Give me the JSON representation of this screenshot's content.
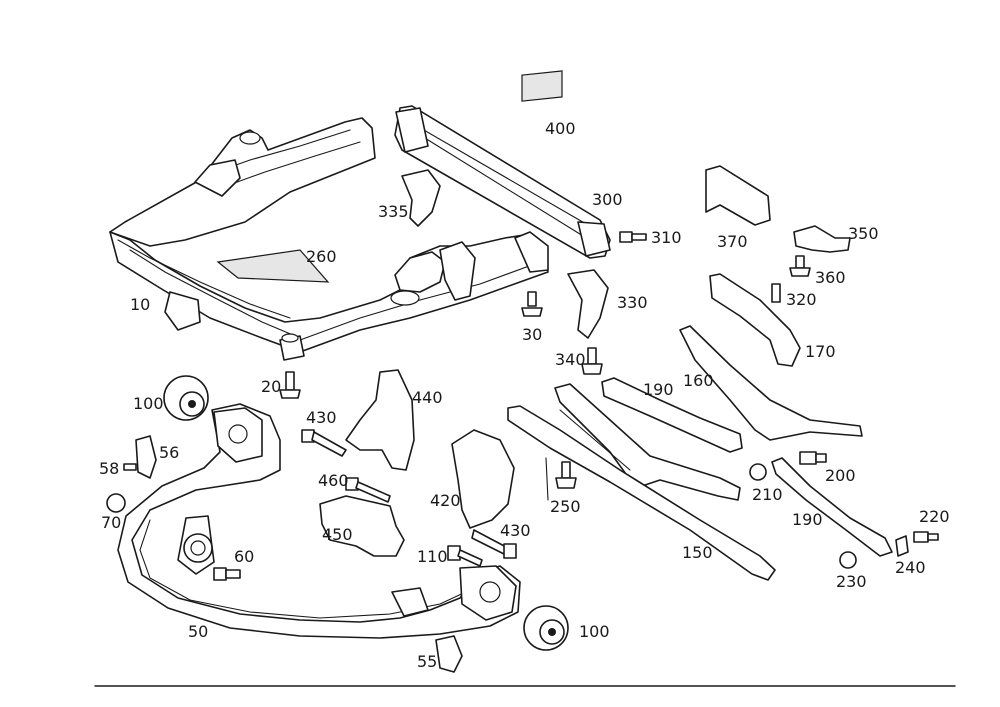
{
  "diagram": {
    "callouts": [
      {
        "id": "p400",
        "text": "400"
      },
      {
        "id": "p300",
        "text": "300"
      },
      {
        "id": "p335",
        "text": "335"
      },
      {
        "id": "p260",
        "text": "260"
      },
      {
        "id": "p310",
        "text": "310"
      },
      {
        "id": "p370",
        "text": "370"
      },
      {
        "id": "p350",
        "text": "350"
      },
      {
        "id": "p360",
        "text": "360"
      },
      {
        "id": "p320",
        "text": "320"
      },
      {
        "id": "p330",
        "text": "330"
      },
      {
        "id": "p10",
        "text": "10"
      },
      {
        "id": "p30",
        "text": "30"
      },
      {
        "id": "p170",
        "text": "170"
      },
      {
        "id": "p340",
        "text": "340"
      },
      {
        "id": "p20",
        "text": "20"
      },
      {
        "id": "p160",
        "text": "160"
      },
      {
        "id": "p190a",
        "text": "190"
      },
      {
        "id": "p100a",
        "text": "100"
      },
      {
        "id": "p440",
        "text": "440"
      },
      {
        "id": "p430a",
        "text": "430"
      },
      {
        "id": "p56",
        "text": "56"
      },
      {
        "id": "p58",
        "text": "58"
      },
      {
        "id": "p200",
        "text": "200"
      },
      {
        "id": "p460",
        "text": "460"
      },
      {
        "id": "p210",
        "text": "210"
      },
      {
        "id": "p420",
        "text": "420"
      },
      {
        "id": "p250",
        "text": "250"
      },
      {
        "id": "p70",
        "text": "70"
      },
      {
        "id": "p190b",
        "text": "190"
      },
      {
        "id": "p220",
        "text": "220"
      },
      {
        "id": "p450",
        "text": "450"
      },
      {
        "id": "p430b",
        "text": "430"
      },
      {
        "id": "p60",
        "text": "60"
      },
      {
        "id": "p110",
        "text": "110"
      },
      {
        "id": "p150",
        "text": "150"
      },
      {
        "id": "p240",
        "text": "240"
      },
      {
        "id": "p230",
        "text": "230"
      },
      {
        "id": "p50",
        "text": "50"
      },
      {
        "id": "p100b",
        "text": "100"
      },
      {
        "id": "p55",
        "text": "55"
      }
    ]
  }
}
